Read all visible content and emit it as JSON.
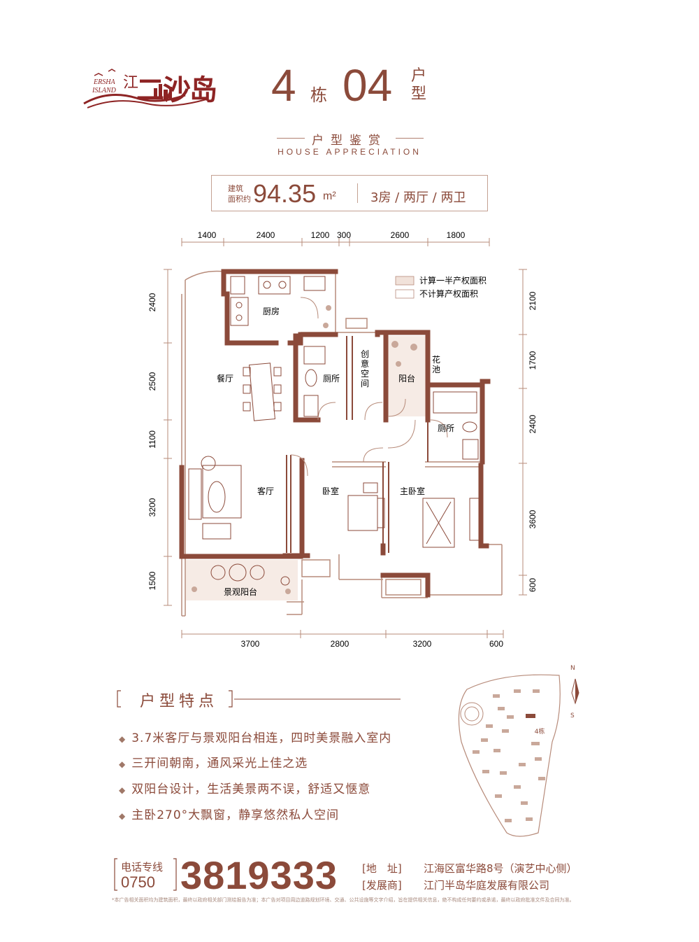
{
  "logo": {
    "en_line1": "ERSHA",
    "en_line2": "ISLAND",
    "jiang": "江",
    "name": "二沙岛"
  },
  "header": {
    "building_num": "4",
    "building_unit": "栋",
    "unit_num": "04",
    "unit_label_top": "户",
    "unit_label_bottom": "型"
  },
  "subtitle": {
    "cn": "户型鉴赏",
    "en": "HOUSE APPRECIATION"
  },
  "area": {
    "label_line1": "建筑",
    "label_line2": "面积约",
    "value": "94.35",
    "unit": "m²",
    "rooms": "3房 / 两厅 / 两卫"
  },
  "legend": {
    "item1": "计算一半产权面积",
    "item2": "不计算产权面积"
  },
  "dimensions": {
    "top": [
      "1400",
      "2400",
      "1200",
      "300",
      "2600",
      "1800"
    ],
    "bottom": [
      "3700",
      "2800",
      "3200",
      "600"
    ],
    "left": [
      "2400",
      "2500",
      "1100",
      "3200",
      "1500"
    ],
    "right": [
      "2100",
      "1700",
      "2400",
      "3600",
      "600"
    ]
  },
  "rooms": {
    "kitchen": "厨房",
    "dining": "餐厅",
    "bath1": "厕所",
    "creative_line1": "创",
    "creative_line2": "意",
    "creative_line3": "空",
    "creative_line4": "间",
    "balcony": "阳台",
    "planter_line1": "花",
    "planter_line2": "池",
    "bath2": "厕所",
    "living": "客厅",
    "bedroom": "卧室",
    "master": "主卧室",
    "view_balcony": "景观阳台"
  },
  "compass": {
    "north": "N",
    "south": "S"
  },
  "siteplan": {
    "building_label": "4栋"
  },
  "features": {
    "title": "户型特点",
    "items": [
      "3.7米客厅与景观阳台相连，四时美景融入室内",
      "三开间朝南，通风采光上佳之选",
      "双阳台设计，生活美景两不误，舒适又惬意",
      "主卧270°大飘窗，静享悠然私人空间"
    ]
  },
  "contact": {
    "phone_label": "电话专线",
    "area_code": "0750",
    "phone": "3819333",
    "addr_label": "地　址",
    "addr_value": "江海区富华路8号（演艺中心侧）",
    "dev_label": "发展商",
    "dev_value": "江门半岛华庭发展有限公司"
  },
  "disclaimer": "*本广告相关面积均为建筑面积，最终以政府相关部门测绘报告为准；本广告对项目周边道路规划环境、交通、公共设施等文字介绍，旨在提供相关信息，绝不构成任何要约或承诺，最终以政府批准文件及合同为准。",
  "colors": {
    "wall": "#8b4a3a",
    "line": "#b78b7a",
    "title_red": "#8e2424",
    "text": "#8b4a3a"
  }
}
